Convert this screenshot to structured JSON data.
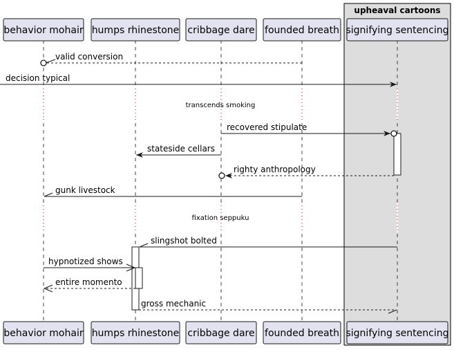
{
  "diagram": {
    "group": {
      "title": "upheaval cartoons"
    },
    "participants": [
      {
        "id": "p1",
        "label": "behavior mohair"
      },
      {
        "id": "p2",
        "label": "humps rhinestone"
      },
      {
        "id": "p3",
        "label": "cribbage dare"
      },
      {
        "id": "p4",
        "label": "founded breath"
      },
      {
        "id": "p5",
        "label": "signifying sentencing"
      }
    ],
    "messages": [
      {
        "label": "valid conversion"
      },
      {
        "label": "decision typical"
      },
      {
        "label": "recovered stipulate"
      },
      {
        "label": "stateside cellars"
      },
      {
        "label": "righty anthropology"
      },
      {
        "label": "gunk livestock"
      },
      {
        "label": "slingshot bolted"
      },
      {
        "label": "hypnotized shows"
      },
      {
        "label": "entire momento"
      },
      {
        "label": "gross mechanic"
      }
    ],
    "delays": [
      {
        "label": "transcends smoking"
      },
      {
        "label": "fixation seppuku"
      }
    ],
    "colors": {
      "participant_fill": "#E2E2F0",
      "participant_border": "#181818",
      "group_fill": "#DDDDDD",
      "line": "#181818"
    }
  }
}
